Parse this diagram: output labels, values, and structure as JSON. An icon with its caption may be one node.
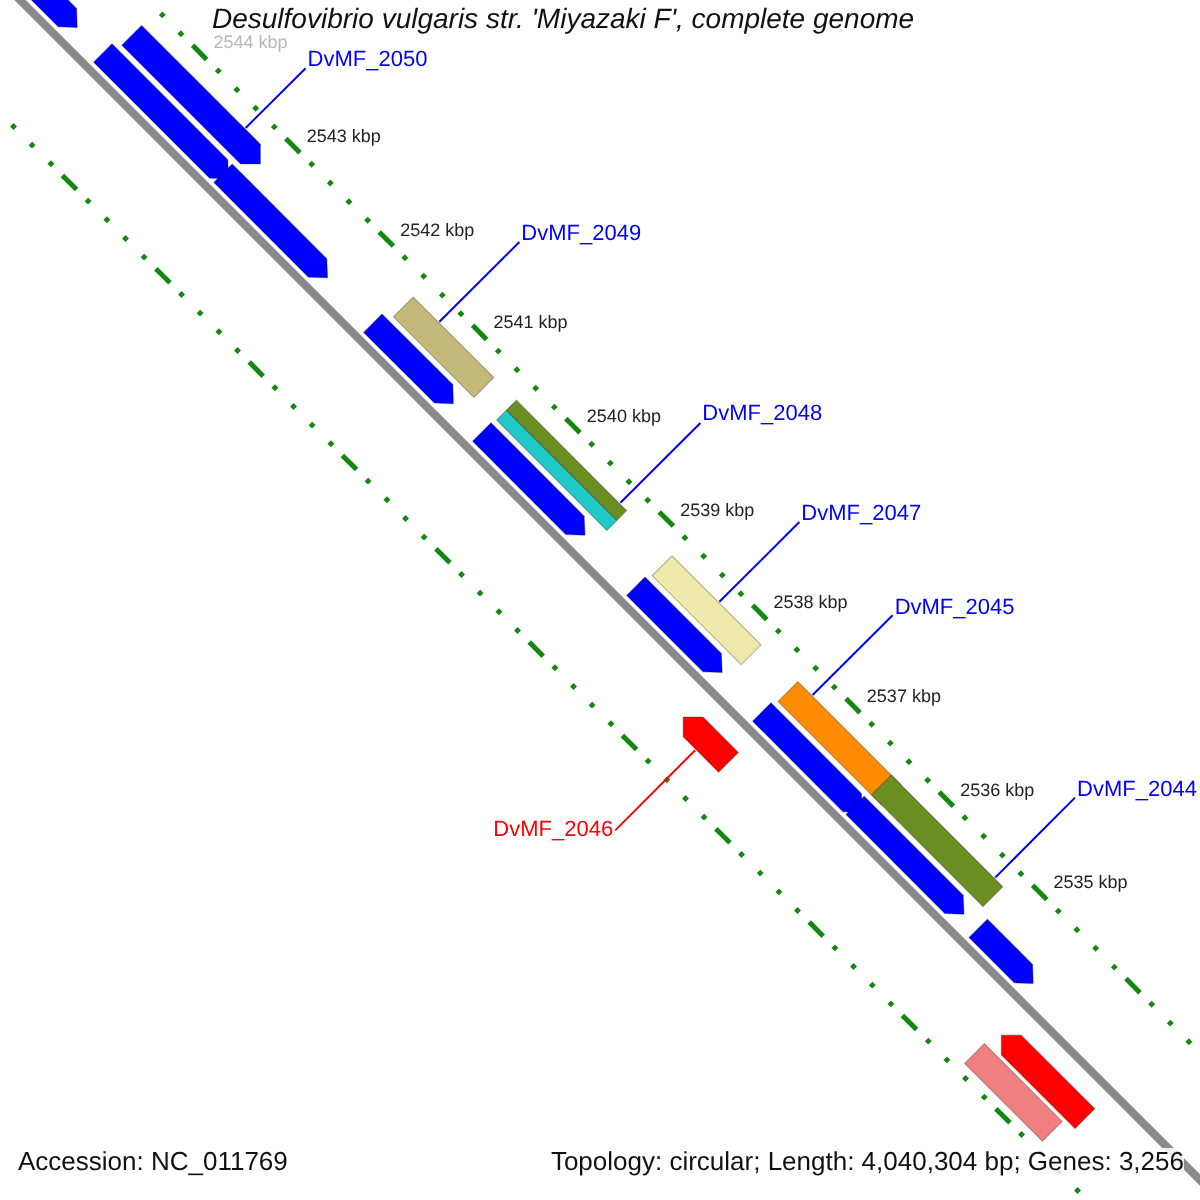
{
  "diagram": {
    "title": "Desulfovibrio vulgaris str. 'Miyazaki F', complete genome",
    "nodes": [
      {
        "text": [
          "DvMF_2050"
        ]
      },
      {
        "text": [
          "DvMF_2049"
        ]
      },
      {
        "text": [
          "DvMF_2048"
        ]
      },
      {
        "text": [
          "DvMF_2047"
        ]
      },
      {
        "text": [
          "DvMF_2045"
        ]
      },
      {
        "text": [
          "DvMF_2044"
        ]
      },
      {
        "text": [
          "DvMF_2046"
        ]
      },
      {
        "text": [],
        "shape": "bar"
      },
      {
        "text": [],
        "shape": "bar"
      },
      {
        "text": [],
        "shape": "bar"
      },
      {
        "text": [],
        "shape": "bar"
      },
      {
        "text": [],
        "shape": "bar"
      },
      {
        "text": [],
        "shape": "bar"
      },
      {
        "text": [],
        "shape": "bar"
      }
    ],
    "edges": [
      {
        "from": 0,
        "to": 7,
        "arrow": "none"
      },
      {
        "from": 1,
        "to": 8,
        "arrow": "none"
      },
      {
        "from": 2,
        "to": 9,
        "arrow": "none"
      },
      {
        "from": 3,
        "to": 10,
        "arrow": "none"
      },
      {
        "from": 4,
        "to": 11,
        "arrow": "none"
      },
      {
        "from": 5,
        "to": 12,
        "arrow": "none"
      },
      {
        "from": 6,
        "to": 13,
        "arrow": "none",
        "color": "#ff0000"
      }
    ],
    "labels": [
      "2544 kbp",
      "2543 kbp",
      "2542 kbp",
      "2541 kbp",
      "2540 kbp",
      "2539 kbp",
      "2538 kbp",
      "2537 kbp",
      "2536 kbp",
      "2535 kbp",
      "Accession: NC_011769",
      "Topology: circular; Length: 4,040,304 bp; Genes: 3,256"
    ]
  }
}
